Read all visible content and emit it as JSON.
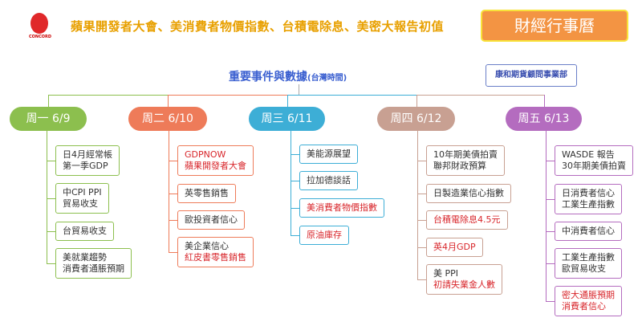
{
  "logo": {
    "text": "CONCORD"
  },
  "headline": "蘋果開發者大會、美消費者物價指數、台積電除息、美密大報告初值",
  "badge": "財經行事曆",
  "subtitle": {
    "main": "重要事件與數據",
    "note": "(台灣時間)"
  },
  "dept": "康和期貨顧問事業部",
  "days": [
    {
      "label": "周一 6/9",
      "color": "#8cbf4e",
      "items": [
        [
          {
            "t": "日4月經常帳"
          },
          {
            "t": "第一季GDP"
          }
        ],
        [
          {
            "t": "中CPI PPI"
          },
          {
            "t": "貿易收支"
          }
        ],
        [
          {
            "t": "台貿易收支"
          }
        ],
        [
          {
            "t": "美就業趨勢"
          },
          {
            "t": "消費者通脹預期"
          }
        ]
      ]
    },
    {
      "label": "周二 6/10",
      "color": "#ee7b59",
      "items": [
        [
          {
            "t": "GDPNOW",
            "red": true
          },
          {
            "t": "蘋果開發者大會",
            "red": true
          }
        ],
        [
          {
            "t": "英零售銷售"
          }
        ],
        [
          {
            "t": "歐投資者信心"
          }
        ],
        [
          {
            "t": "美企業信心"
          },
          {
            "t": "紅皮書零售銷售",
            "red": true
          }
        ]
      ]
    },
    {
      "label": "周三 6/11",
      "color": "#3daed6",
      "items": [
        [
          {
            "t": "美能源展望"
          }
        ],
        [
          {
            "t": "拉加德談話"
          }
        ],
        [
          {
            "t": "美消費者物價指數",
            "red": true
          }
        ],
        [
          {
            "t": "原油庫存",
            "red": true
          }
        ]
      ]
    },
    {
      "label": "周四 6/12",
      "color": "#c8a092",
      "items": [
        [
          {
            "t": "10年期美債拍賣"
          },
          {
            "t": "聯邦財政預算"
          }
        ],
        [
          {
            "t": "日製造業信心指數"
          }
        ],
        [
          {
            "t": "台積電除息4.5元",
            "red": true
          }
        ],
        [
          {
            "t": "英4月GDP",
            "red": true
          }
        ],
        [
          {
            "t": "美 PPI"
          },
          {
            "t": "初請失業金人數",
            "red": true
          }
        ]
      ]
    },
    {
      "label": "周五 6/13",
      "color": "#b46cbf",
      "items": [
        [
          {
            "t": "WASDE 報告"
          },
          {
            "t": "30年期美債拍賣"
          }
        ],
        [
          {
            "t": "日消費者信心"
          },
          {
            "t": "工業生產指數"
          }
        ],
        [
          {
            "t": "中消費者信心"
          }
        ],
        [
          {
            "t": "工業生產指數"
          },
          {
            "t": "歐貿易收支"
          }
        ],
        [
          {
            "t": "密大通脹預期",
            "red": true
          },
          {
            "t": "消費者信心",
            "red": true
          }
        ]
      ]
    }
  ]
}
